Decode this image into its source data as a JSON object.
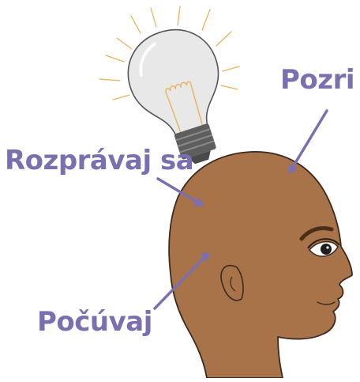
{
  "labels": {
    "look": "Pozri",
    "speak": "Rozprávaj sa",
    "listen": "Počúvaj"
  },
  "colors": {
    "label": "#7b6fb0",
    "arrow": "#7b6fb0",
    "skin": "#a87349",
    "skin_outline": "#3a2a1f",
    "bulb_glass": "#e8e8e8",
    "bulb_base": "#5e5e5e",
    "rays": "#e6b45a"
  },
  "icons": [
    "lightbulb-icon",
    "head-profile"
  ]
}
